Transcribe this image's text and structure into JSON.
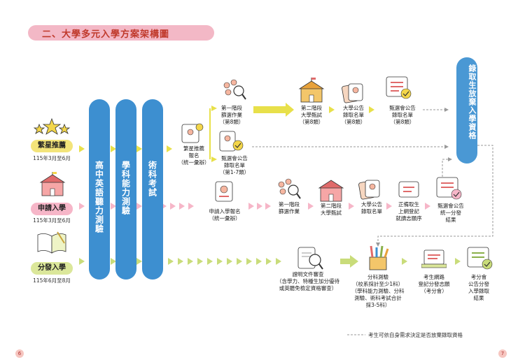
{
  "title": "二、大學多元入學方案架構圖",
  "routes": [
    {
      "name": "繁星推薦",
      "date": "115年3月至6月"
    },
    {
      "name": "申請入學",
      "date": "115年3月至6月"
    },
    {
      "name": "分發入學",
      "date": "115年6月至8月"
    }
  ],
  "tests": [
    "高中英語聽力測驗",
    "學科能力測驗",
    "術科考試"
  ],
  "right_box": "錄取生放棄入學資格",
  "star_nodes": {
    "register": "繁星推薦\n報名\n（統一彙辦）",
    "stage1": "第一階段\n篩選作業\n（第8類）",
    "stage2": "第二階段\n大學甄試\n（第8類）",
    "uni_list": "大學公告\n錄取名單\n（第8類）",
    "committee8": "甄選會公告\n錄取名單\n（第8類）",
    "committee17": "甄選會公告\n錄取名單\n（第1-7類）"
  },
  "apply_nodes": {
    "register": "申請入學報名\n（統一彙辦）",
    "stage1": "第一階段\n篩選作業",
    "stage2": "第二階段\n大學甄試",
    "uni_list": "大學公告\n錄取名單",
    "online": "正備取生\n上網登記\n就讀志願序",
    "committee": "甄選會公告\n統一分發\n結果"
  },
  "dist_nodes": {
    "review": "證明文件審查\n（含學力、特種生加分優待\n或英聽免檢定資格審查）",
    "scoring": "分科測驗\n（校系採計至少1科）\n（學科能力測驗、分科\n測驗、術科考試合計\n採3-5科）",
    "online": "考生網路\n登記分發志願\n（考分會）",
    "result": "考分會\n公告分發\n入學錄取\n結果"
  },
  "legend": "考生可依自身需求決定是否放棄錄取資格",
  "pages": {
    "left": "6",
    "right": "7"
  },
  "colors": {
    "blue": "#3d8fd0",
    "arrow_yellow": "#e8e04a",
    "arrow_pink": "#f6b6c8",
    "arrow_green": "#c9dc7a",
    "title": "#c0392b"
  }
}
